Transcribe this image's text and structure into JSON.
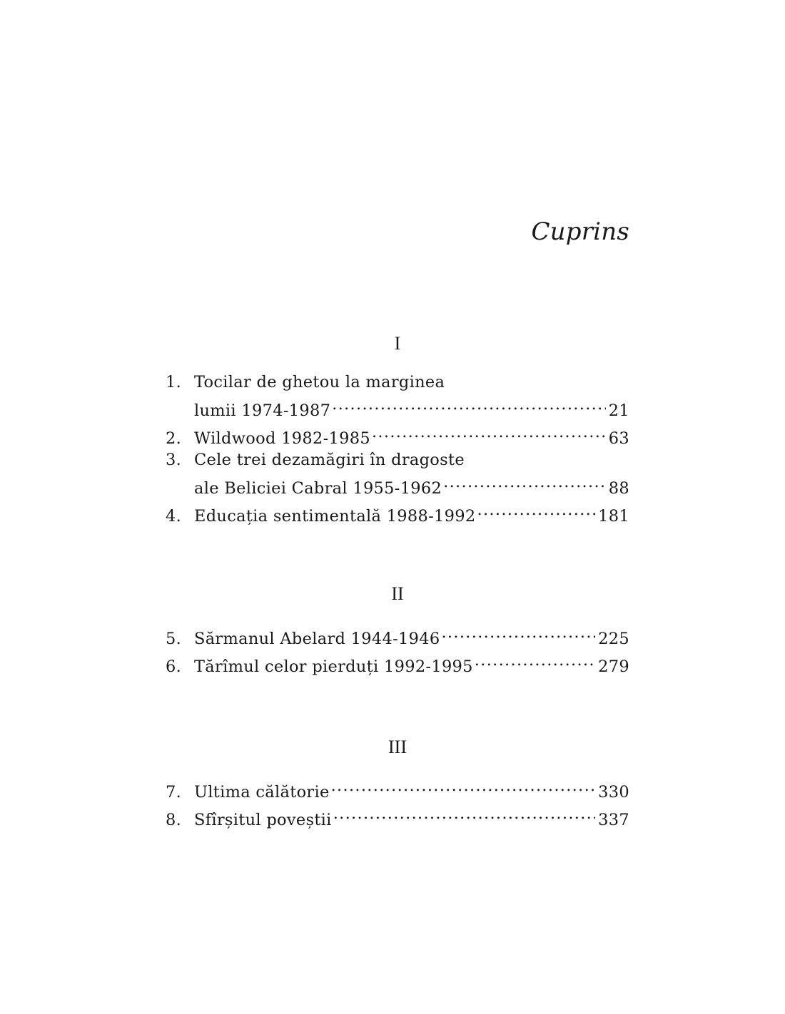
{
  "title": "Cuprins",
  "parts": [
    {
      "heading": "I",
      "entries": [
        {
          "number": "1.",
          "line1": "Tocilar de ghetou la marginea",
          "line2": "lumii 1974-1987",
          "page": "21"
        },
        {
          "number": "2.",
          "line1": "Wildwood 1982-1985",
          "page": "63"
        },
        {
          "number": "3.",
          "line1": "Cele trei dezamăgiri în dragoste",
          "line2": "ale Beliciei Cabral 1955-1962",
          "page": "88"
        },
        {
          "number": "4.",
          "line1": "Educația sentimentală 1988-1992",
          "page": "181"
        }
      ]
    },
    {
      "heading": "II",
      "entries": [
        {
          "number": "5.",
          "line1": "Sărmanul Abelard 1944-1946",
          "page": "225"
        },
        {
          "number": "6.",
          "line1": "Tărîmul celor pierduți 1992-1995",
          "page": "279"
        }
      ]
    },
    {
      "heading": "III",
      "entries": [
        {
          "number": "7.",
          "line1": "Ultima călătorie",
          "page": "330"
        },
        {
          "number": "8.",
          "line1": "Sfîrșitul poveștii",
          "page": "337"
        }
      ]
    }
  ]
}
